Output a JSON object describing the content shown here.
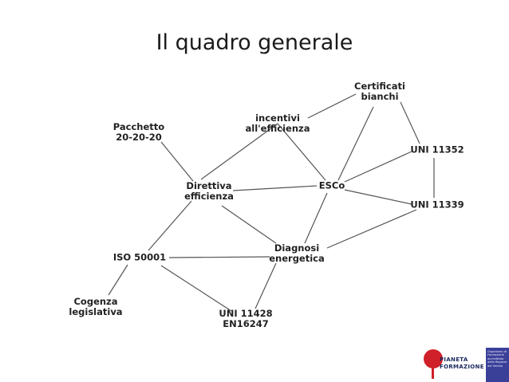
{
  "title": "Il quadro generale",
  "nodes": {
    "certificati_bianchi": [
      "Certificati",
      "bianchi"
    ],
    "incentivi": [
      "incentivi",
      "all'efficienza"
    ],
    "pacchetto": [
      "Pacchetto",
      "20-20-20"
    ],
    "uni_11352": [
      "UNI 11352"
    ],
    "direttiva": [
      "Direttiva",
      "efficienza"
    ],
    "esco": [
      "ESCo"
    ],
    "uni_11339": [
      "UNI 11339"
    ],
    "diagnosi": [
      "Diagnosi",
      "energetica"
    ],
    "iso_50001": [
      "ISO 50001"
    ],
    "cogenza": [
      "Cogenza",
      "legislativa"
    ],
    "uni_11428": [
      "UNI 11428",
      "EN16247"
    ]
  },
  "edges": [
    [
      "incentivi",
      "certificati_bianchi"
    ],
    [
      "certificati_bianchi",
      "uni_11352"
    ],
    [
      "certificati_bianchi",
      "esco"
    ],
    [
      "incentivi",
      "direttiva"
    ],
    [
      "incentivi",
      "esco"
    ],
    [
      "pacchetto",
      "direttiva"
    ],
    [
      "direttiva",
      "esco"
    ],
    [
      "direttiva",
      "diagnosi"
    ],
    [
      "direttiva",
      "iso_50001"
    ],
    [
      "esco",
      "uni_11352"
    ],
    [
      "esco",
      "uni_11339"
    ],
    [
      "esco",
      "diagnosi"
    ],
    [
      "uni_11352",
      "uni_11339"
    ],
    [
      "uni_11339",
      "diagnosi"
    ],
    [
      "iso_50001",
      "diagnosi"
    ],
    [
      "iso_50001",
      "cogenza"
    ],
    [
      "iso_50001",
      "uni_11428"
    ],
    [
      "diagnosi",
      "uni_11428"
    ]
  ],
  "logo": {
    "line1": "PIANETA",
    "line2": "FORMAZIONE",
    "box_text": "Organismo di Formazione accreditato dalla Regione del Veneto"
  },
  "colors": {
    "edge": "#555555",
    "text": "#222222",
    "logo_red": "#d0202a",
    "logo_blue": "#3a3f98"
  }
}
